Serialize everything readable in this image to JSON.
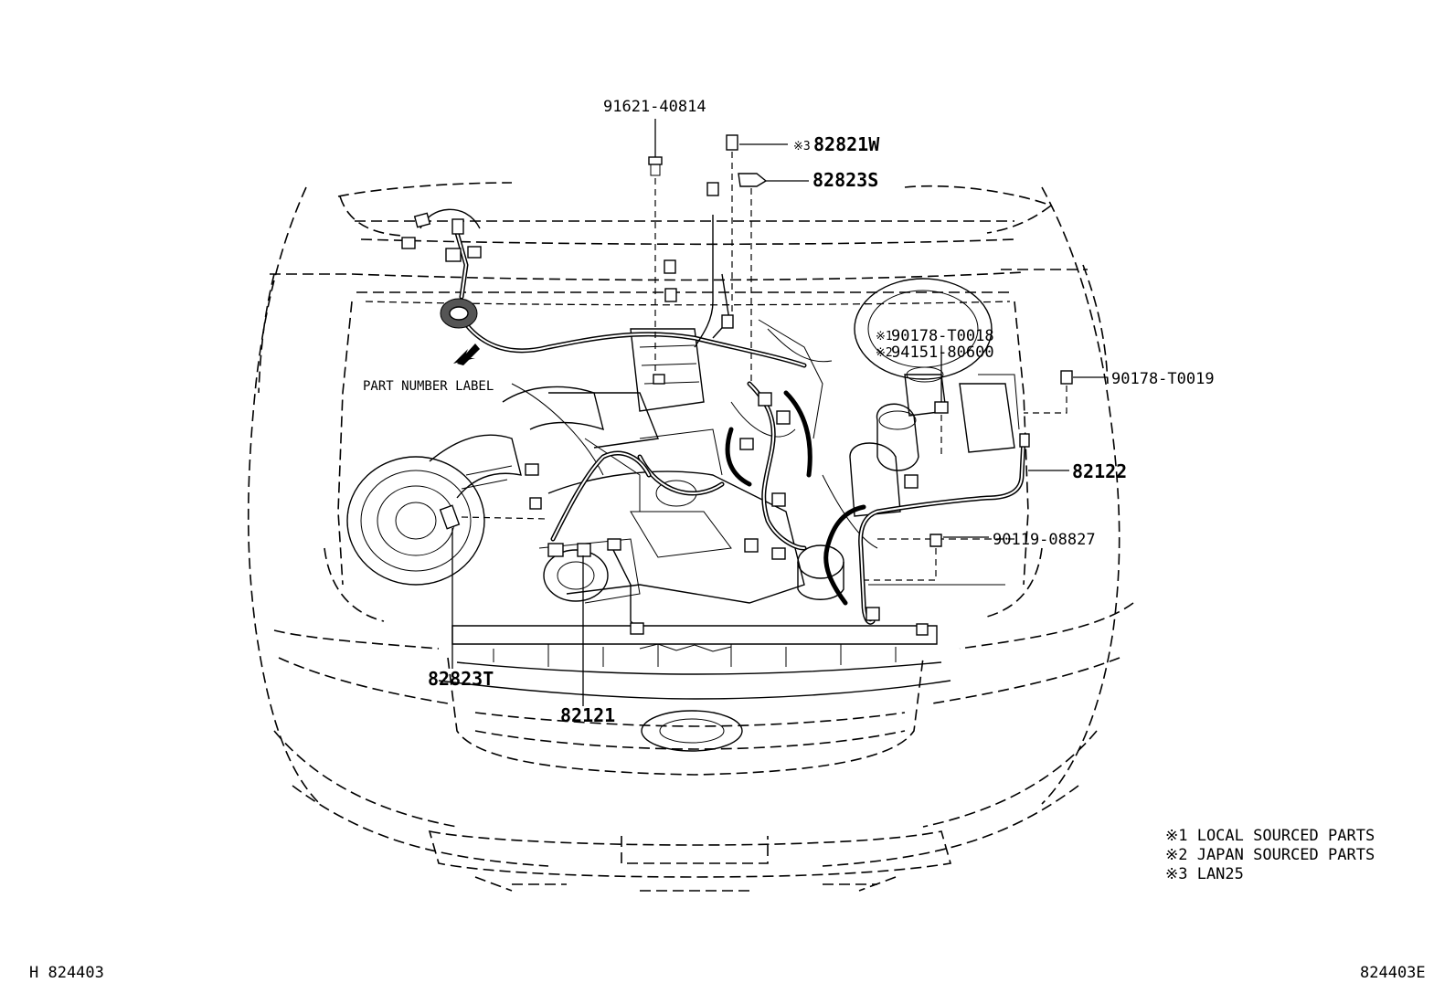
{
  "callouts": {
    "bolt_91621": "91621-40814",
    "clip_82821w_mark": "※3",
    "clip_82821w": "82821W",
    "clip_82823s": "82823S",
    "nut_90178_t0018_mark": "※1",
    "nut_90178_t0018": "90178-T0018",
    "nut_94151_mark": "※2",
    "nut_94151": "94151-80600",
    "nut_90178_t0019": "90178-T0019",
    "harness_82122": "82122",
    "bolt_90119": "90119-08827",
    "clip_82823t": "82823T",
    "harness_82121": "82121",
    "part_number_label": "PART NUMBER LABEL"
  },
  "legend": {
    "note1": "※1 LOCAL SOURCED PARTS",
    "note2": "※2 JAPAN SOURCED PARTS",
    "note3": "※3 LAN25"
  },
  "footer": {
    "left_code": "H 824403",
    "right_code": "824403E"
  }
}
